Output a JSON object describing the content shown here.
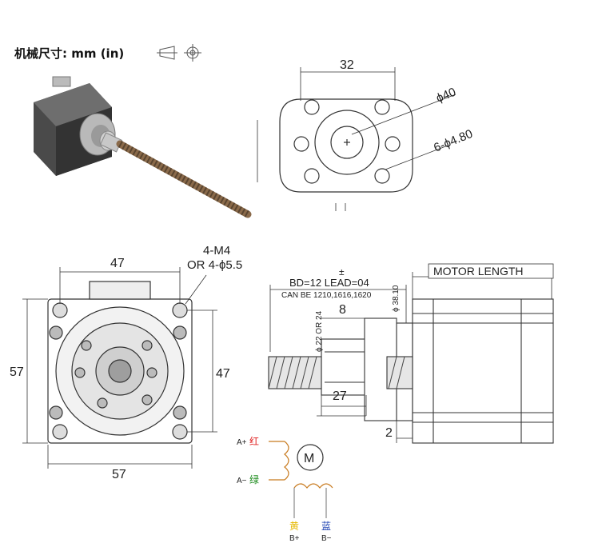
{
  "header": {
    "title": "机械尺寸: mm (in)",
    "projection_icon": "third-angle-projection-icon"
  },
  "flange_view": {
    "width_label": "32",
    "bore_label": "ϕ40",
    "holes_label": "6-ϕ4.80"
  },
  "front_view": {
    "hole_spacing_top": "47",
    "hole_spacing_right": "47",
    "frame_width_bottom": "57",
    "frame_height_left": "57",
    "hole_label_line1": "4-M4",
    "hole_label_line2": "OR 4-ϕ5.5"
  },
  "side_view": {
    "motor_length_label": "MOTOR LENGTH",
    "lead_label": "BD=12 LEAD=04",
    "can_be_label": "CAN BE 1210,1616,1620",
    "nut_dia_label": "ϕ 22 OR 24",
    "flange_dia_label": "ϕ 38.10",
    "nut_offset_label": "8",
    "nut_length_label": "27",
    "step_label": "2",
    "plus_minus": "±"
  },
  "wiring": {
    "a_plus_prefix": "A+",
    "a_plus_color": "红",
    "a_minus_prefix": "A−",
    "a_minus_color": "绿",
    "b_plus_color": "黄",
    "b_plus_label": "B+",
    "b_minus_color": "蓝",
    "b_minus_label": "B−",
    "motor_symbol": "M",
    "colors": {
      "red": "#e02020",
      "green": "#1a8a1a",
      "yellow": "#e6b800",
      "blue": "#1a3fb0",
      "coil": "#c87a1e"
    }
  }
}
